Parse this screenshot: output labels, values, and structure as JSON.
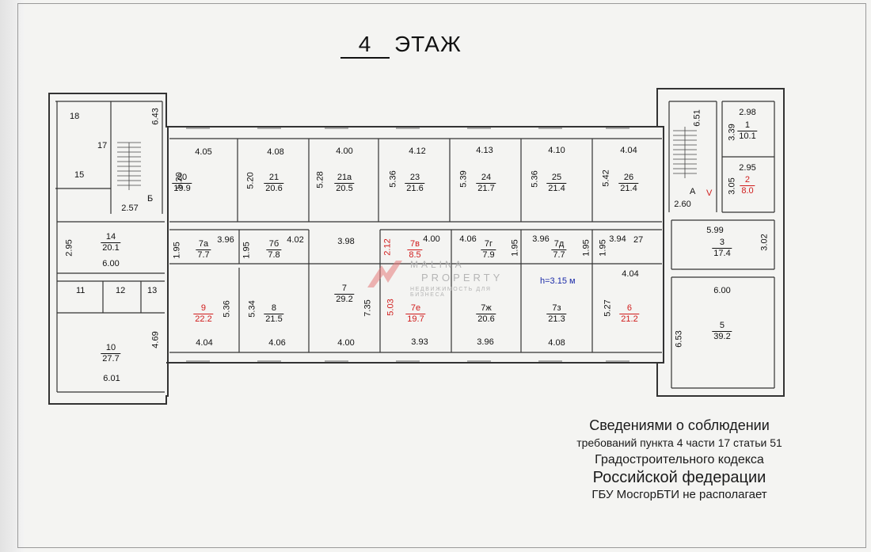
{
  "header": {
    "floor_number": "4",
    "floor_word": "ЭТАЖ"
  },
  "rooms": [
    {
      "n": "20",
      "a": "19.9"
    },
    {
      "n": "21",
      "a": "20.6"
    },
    {
      "n": "21а",
      "a": "20.5"
    },
    {
      "n": "23",
      "a": "21.6"
    },
    {
      "n": "24",
      "a": "21.7"
    },
    {
      "n": "25",
      "a": "21.4"
    },
    {
      "n": "26",
      "a": "21.4"
    },
    {
      "n": "14",
      "a": "20.1"
    },
    {
      "n": "7а",
      "a": "7.7"
    },
    {
      "n": "7б",
      "a": "7.8"
    },
    {
      "n": "7в",
      "a": "8.5"
    },
    {
      "n": "7г",
      "a": "7.9"
    },
    {
      "n": "7д",
      "a": "7.7"
    },
    {
      "n": "9",
      "a": "22.2"
    },
    {
      "n": "8",
      "a": "21.5"
    },
    {
      "n": "7",
      "a": "29.2"
    },
    {
      "n": "7е",
      "a": "19.7"
    },
    {
      "n": "7ж",
      "a": "20.6"
    },
    {
      "n": "7з",
      "a": "21.3"
    },
    {
      "n": "6",
      "a": "21.2"
    },
    {
      "n": "10",
      "a": "27.7"
    },
    {
      "n": "3",
      "a": "17.4"
    },
    {
      "n": "5",
      "a": "39.2"
    },
    {
      "n": "1",
      "a": "10.1"
    },
    {
      "n": "2",
      "a": "8.0"
    }
  ],
  "simple_labels": [
    "18",
    "17",
    "15",
    "11",
    "12",
    "13",
    "А",
    "V",
    "Б",
    "27"
  ],
  "dims_h": [
    "4.05",
    "4.08",
    "4.00",
    "4.12",
    "4.13",
    "4.10",
    "4.04",
    "3.96",
    "4.02",
    "3.98",
    "4.00",
    "4.06",
    "3.96",
    "3.94",
    "6.00",
    "4.04",
    "4.06",
    "4.00",
    "3.93",
    "3.96",
    "4.08",
    "4.04",
    "6.01",
    "6.00",
    "5.99",
    "2.98",
    "2.95",
    "2.60",
    "2.57"
  ],
  "dims_v": [
    "6.43",
    "5.20",
    "5.20",
    "5.28",
    "5.36",
    "5.39",
    "5.36",
    "5.42",
    "2.95",
    "1.95",
    "1.95",
    "1.95",
    "1.95",
    "1.95",
    "7.35",
    "5.36",
    "5.34",
    "5.03",
    "5.27",
    "4.69",
    "6.53",
    "3.02",
    "6.51",
    "3.39",
    "3.05",
    "2.12"
  ],
  "annotation": {
    "height": "h=3.15 м"
  },
  "watermark": {
    "brand": "MALINA",
    "brand2": "PROPERTY",
    "tagline": "НЕДВИЖИМОСТЬ ДЛЯ БИЗНЕСА"
  },
  "notice": {
    "line1": "Сведениями о соблюдении",
    "line2": "требований пункта 4 части 17 статьи 51",
    "line3": "Градостроительного кодекса",
    "line4": "Российской федерации",
    "line5": "ГБУ МосгорБТИ не располагает"
  },
  "colors": {
    "wall": "#333333",
    "red_label": "#d01c1c",
    "blue_label": "#1a2aa8",
    "watermark": "#c9c9c9",
    "watermark_logo": "#e06a6a"
  }
}
